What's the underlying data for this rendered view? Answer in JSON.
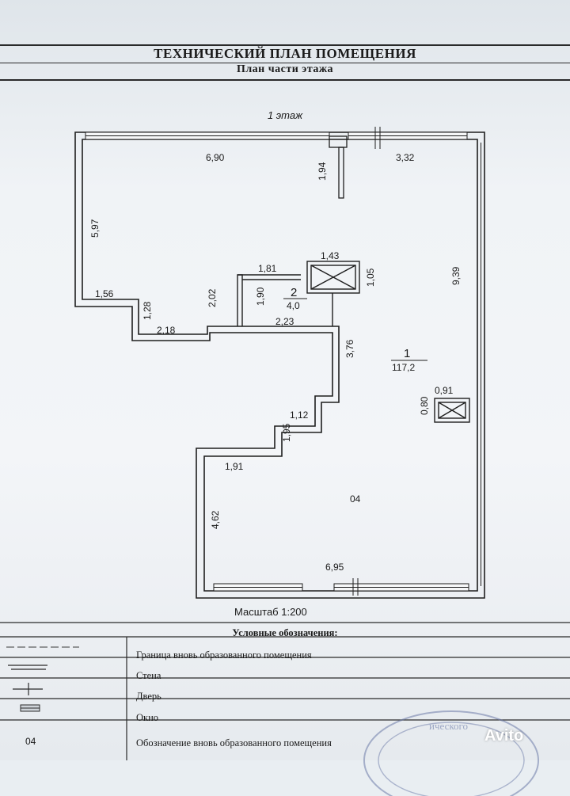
{
  "header": {
    "title": "ТЕХНИЧЕСКИЙ ПЛАН ПОМЕЩЕНИЯ",
    "subtitle": "План части этажа"
  },
  "plan": {
    "floor_label": "1 этаж",
    "dims": [
      "6,90",
      "3,32",
      "1,94",
      "5,97",
      "9,39",
      "1,81",
      "1,43",
      "1,05",
      "1,56",
      "2,02",
      "1,90",
      "1,28",
      "2,18",
      "2,23",
      "3,76",
      "0,91",
      "0,80",
      "1,12",
      "1,95",
      "1,91",
      "4,62",
      "6,95"
    ],
    "rooms": [
      {
        "number": "2",
        "area": "4,0"
      },
      {
        "number": "1",
        "area": "117,2"
      }
    ],
    "premises_code": "04",
    "scale": "Масштаб 1:200"
  },
  "legend": {
    "heading": "Условные обозначения:",
    "items": [
      "Граница вновь образованного помещения",
      "Стена",
      "Дверь",
      "Окно",
      "Обозначение вновь образованного помещения"
    ],
    "code_sample": "04"
  },
  "watermark": {
    "text": "Avito"
  }
}
